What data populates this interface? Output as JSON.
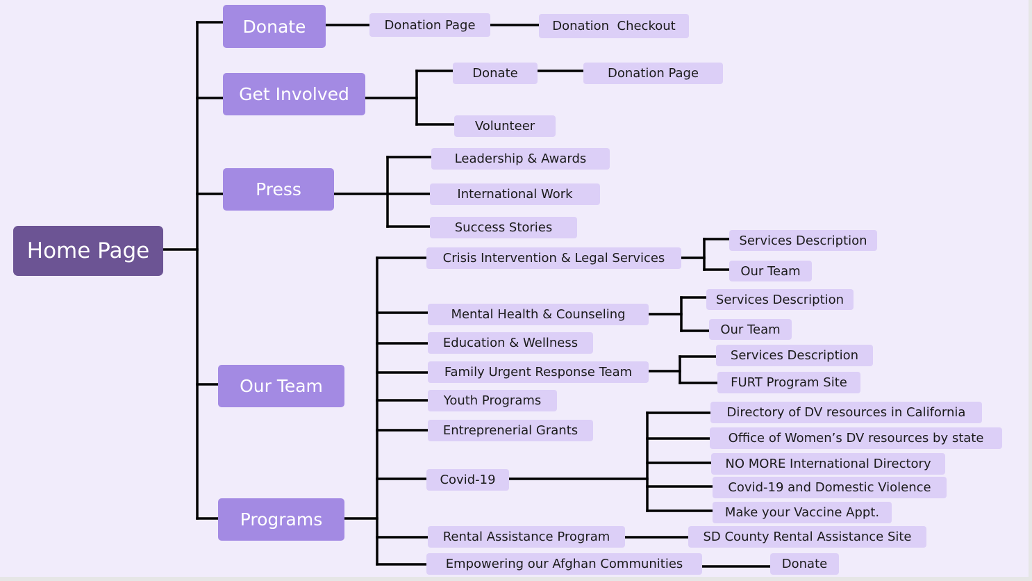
{
  "colors": {
    "background": "#f1ecfb",
    "root": "#6c5494",
    "section": "#a38ae3",
    "page": "#dccff7",
    "line": "#000000"
  },
  "root": "Home Page",
  "sections": {
    "donate": "Donate",
    "get_involved": "Get Involved",
    "press": "Press",
    "our_team": "Our Team",
    "programs": "Programs"
  },
  "donate": {
    "donation_page": "Donation Page",
    "donation_checkout": "Donation  Checkout"
  },
  "get_involved": {
    "donate": "Donate",
    "donation_page": "Donation Page",
    "volunteer": "Volunteer"
  },
  "press": {
    "leadership": "Leadership & Awards",
    "international": "International Work",
    "success": "Success Stories"
  },
  "programs": {
    "crisis": "Crisis Intervention & Legal Services",
    "crisis_services": "Services Description",
    "crisis_team": "Our Team",
    "mental": "Mental Health & Counseling",
    "mental_services": "Services Description",
    "mental_team": "Our Team",
    "education": "Education & Wellness",
    "furt": "Family Urgent Response Team",
    "furt_services": "Services Description",
    "furt_site": "FURT Program Site",
    "youth": "Youth Programs",
    "grants": "Entreprenerial Grants",
    "covid": "Covid-19",
    "covid_directory_ca": "Directory of DV resources in California",
    "covid_office": "Office of Women’s DV resources by state",
    "covid_nomore": "NO MORE International Directory",
    "covid_dv": "Covid-19 and Domestic Violence",
    "covid_vaccine": "Make your Vaccine Appt.",
    "rental": "Rental Assistance Program",
    "rental_sd": "SD County Rental Assistance Site",
    "afghan": "Empowering our Afghan Communities",
    "afghan_donate": "Donate"
  }
}
